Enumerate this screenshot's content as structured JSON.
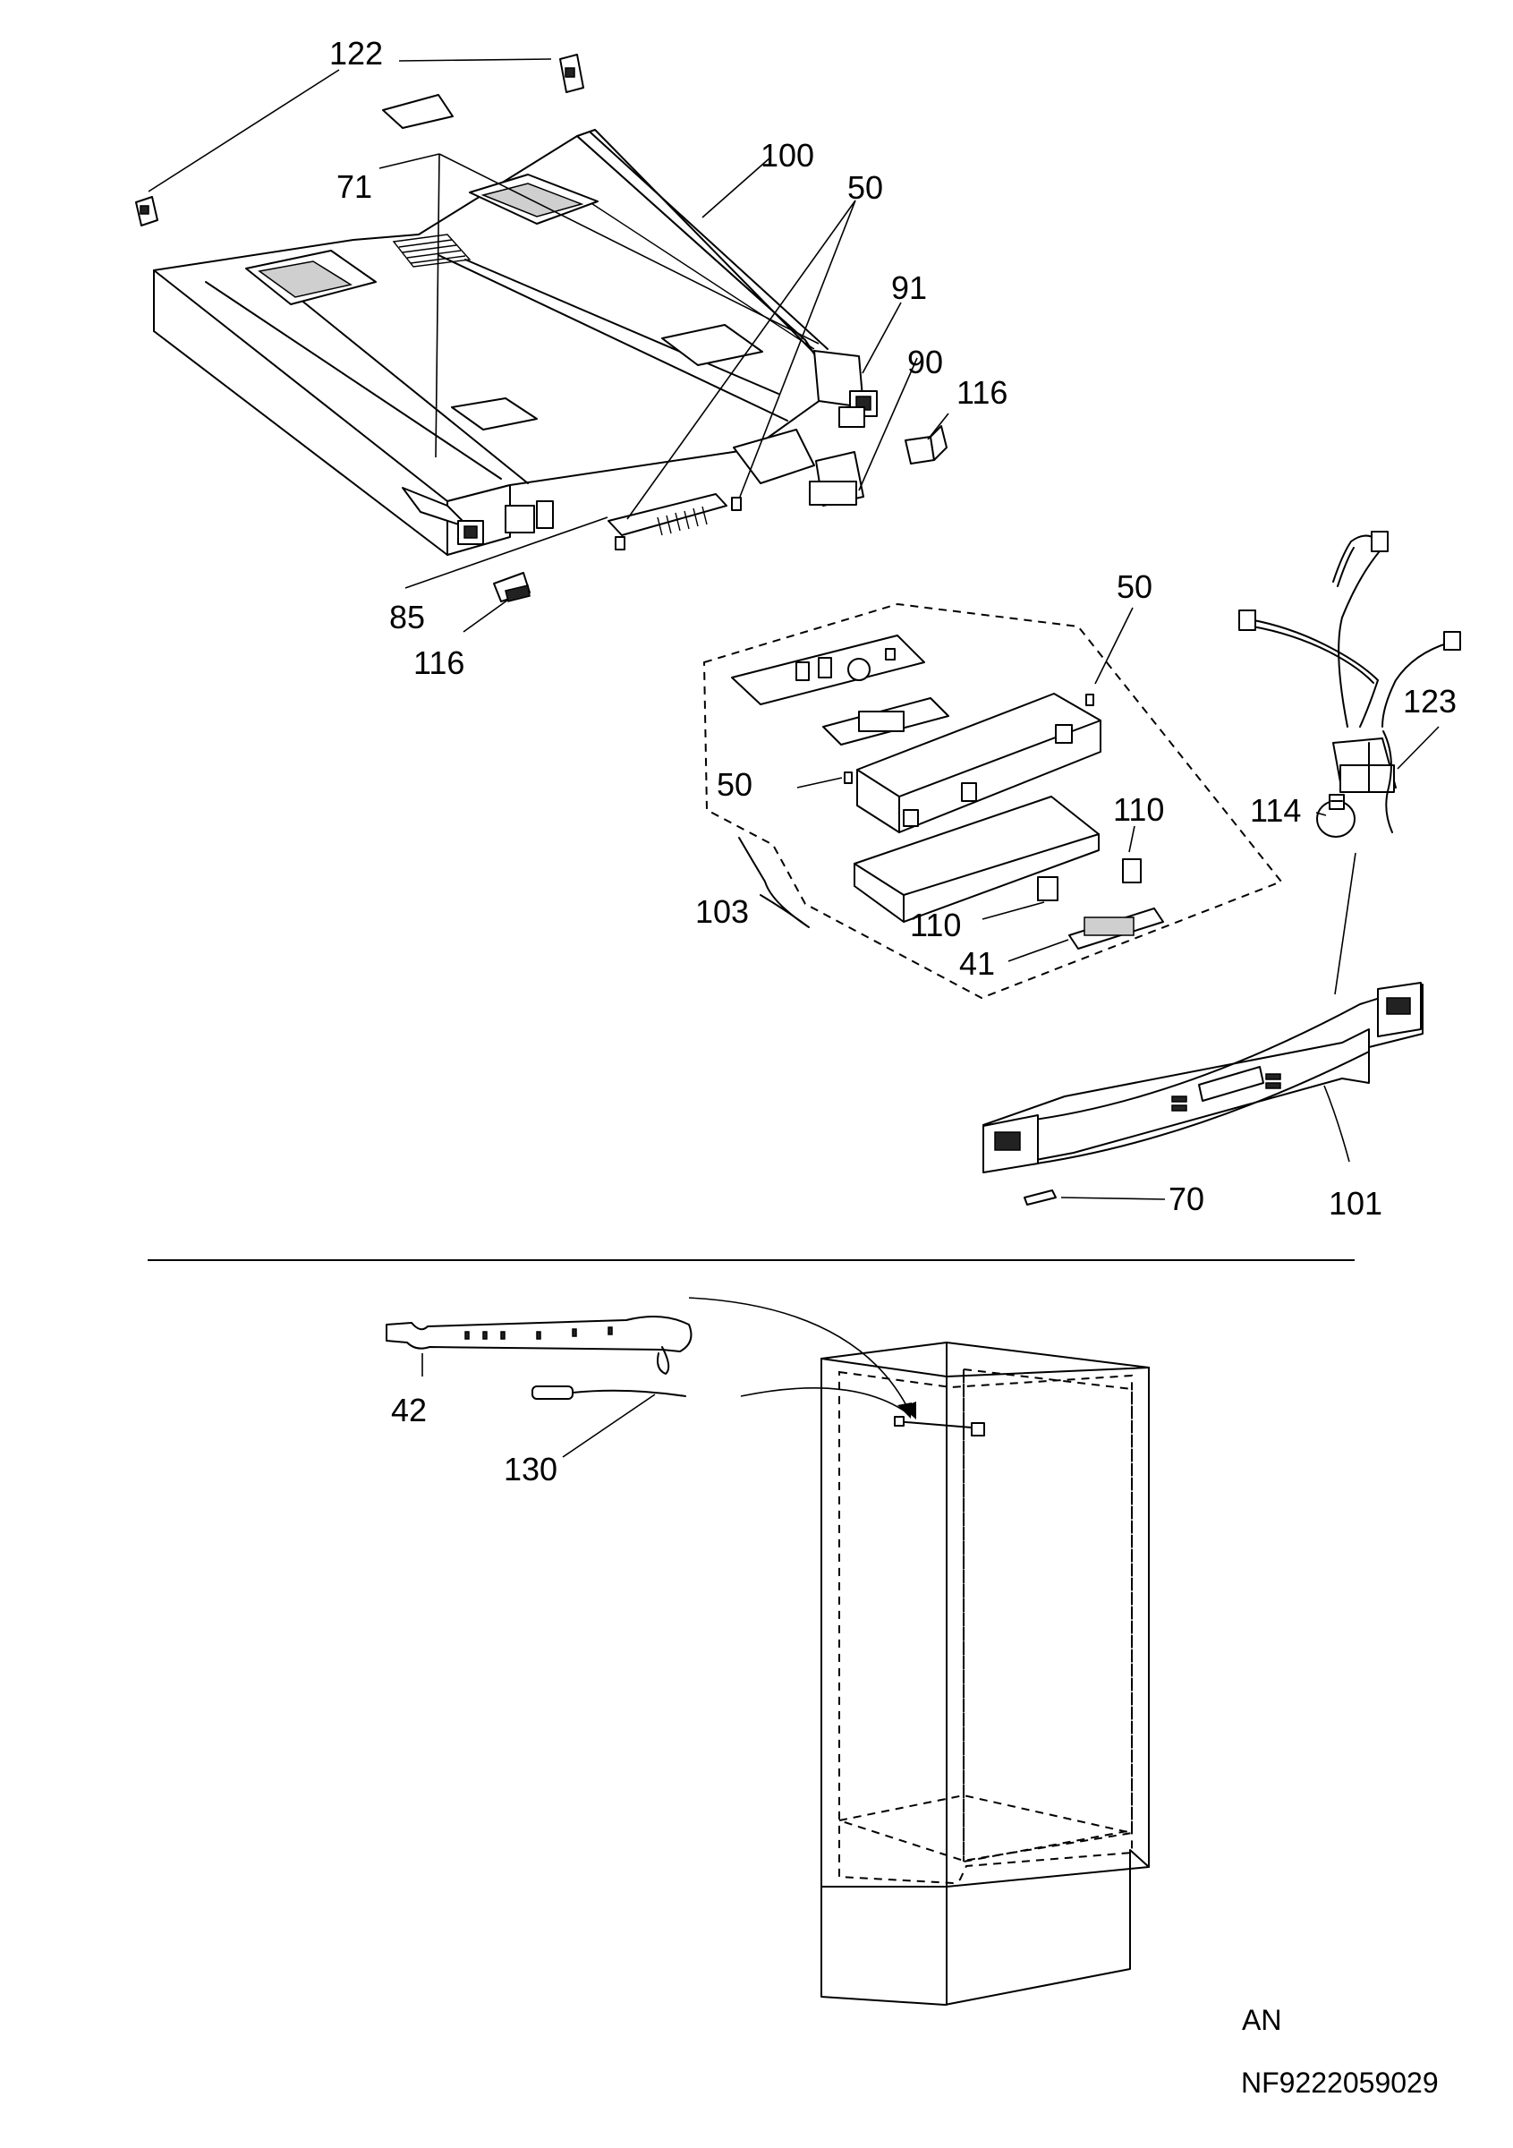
{
  "callouts": {
    "c122": "122",
    "c71": "71",
    "c100": "100",
    "c50_top": "50",
    "c91": "91",
    "c90": "90",
    "c116_right": "116",
    "c85": "85",
    "c116_left": "116",
    "c50_board_right": "50",
    "c123": "123",
    "c50_board_left": "50",
    "c114": "114",
    "c110_right": "110",
    "c103": "103",
    "c110_left": "110",
    "c41": "41",
    "c70": "70",
    "c101": "101",
    "c42": "42",
    "c130": "130"
  },
  "footer": {
    "variant": "AN",
    "drawing_number": "NF9222059029"
  },
  "colors": {
    "ink": "#000000",
    "paper": "#ffffff"
  }
}
